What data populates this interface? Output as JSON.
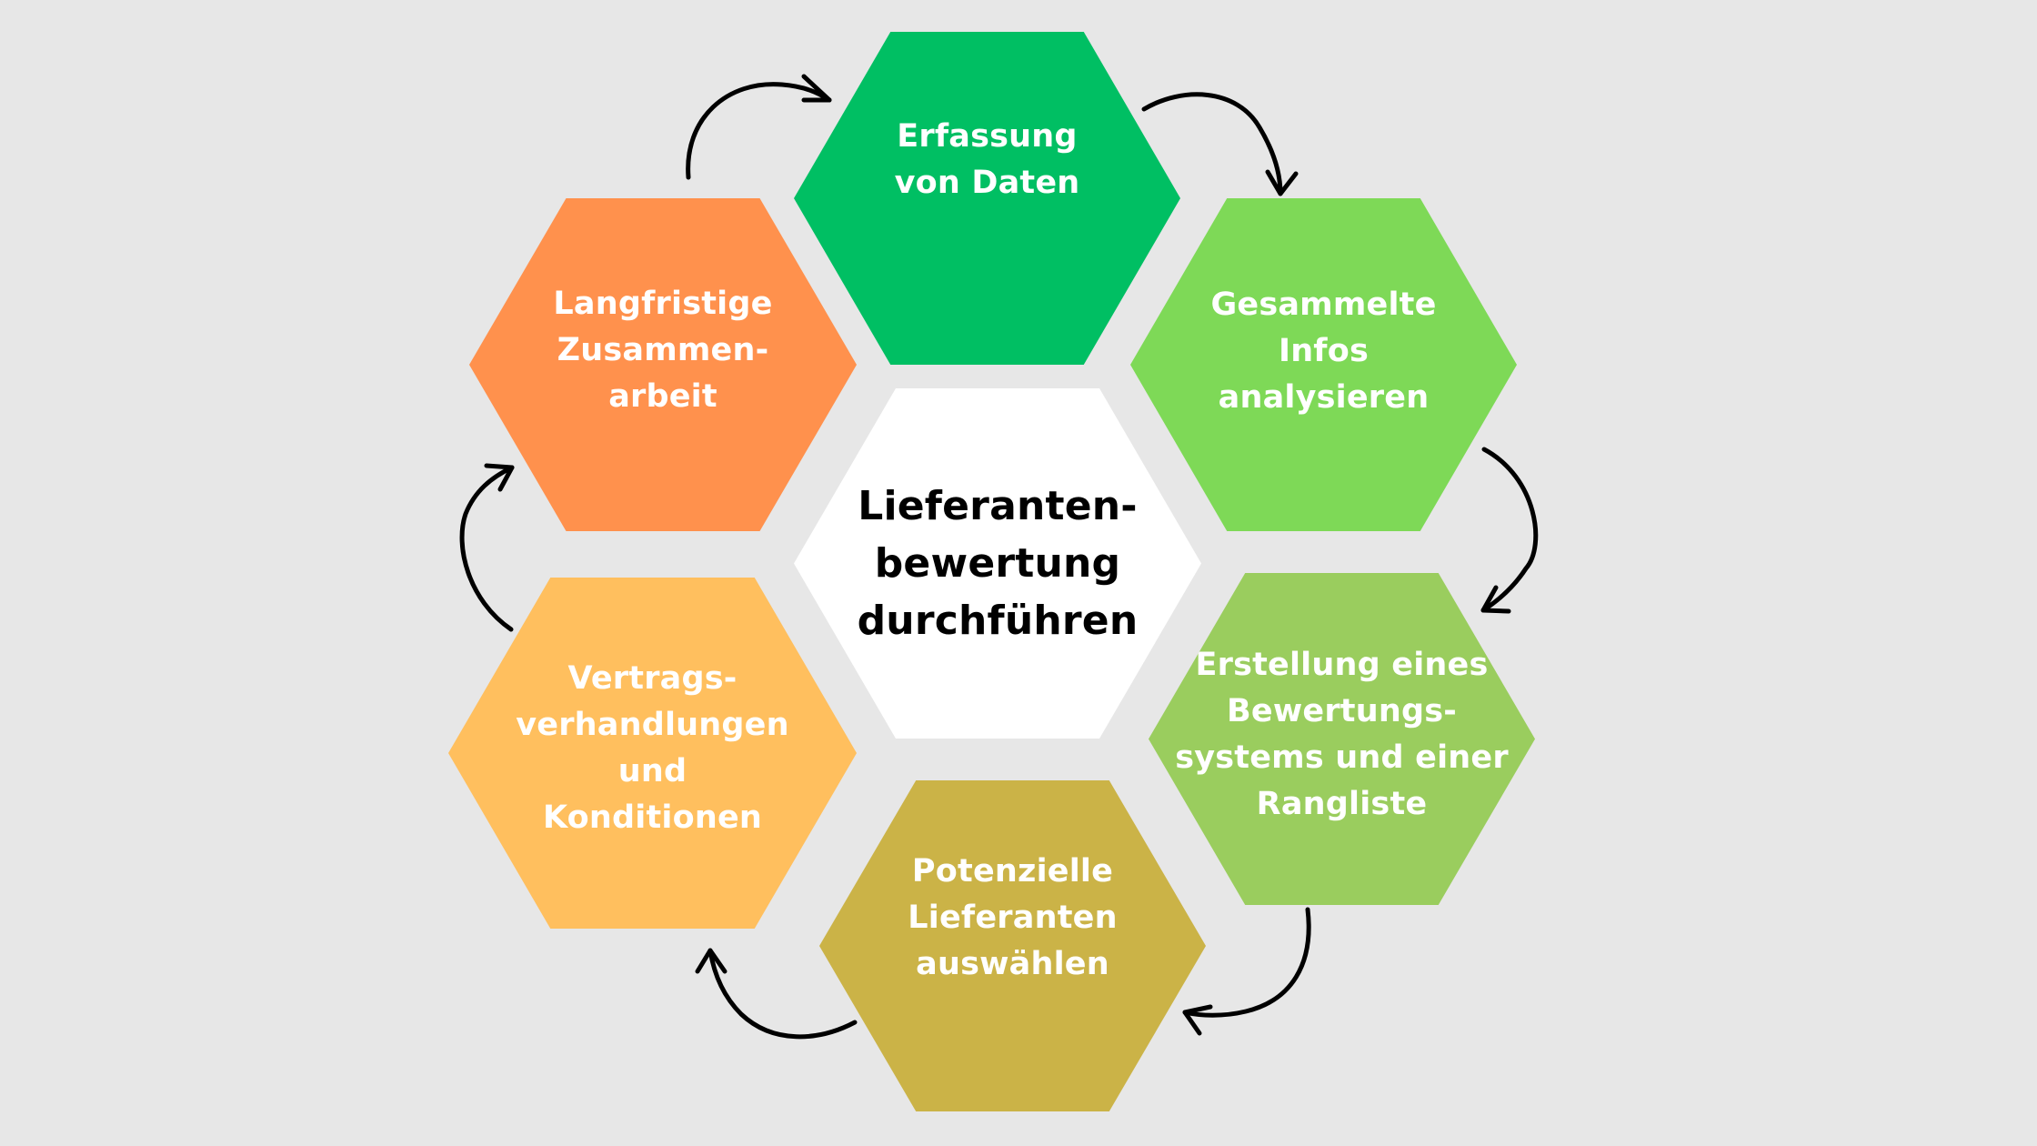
{
  "diagram": {
    "background": "#e7e7e7",
    "center": {
      "label": "Lieferanten-\nbewertung\ndurchführen",
      "color": "#ffffff",
      "text_color": "#000000"
    },
    "steps": [
      {
        "label": "Erfassung\nvon Daten",
        "color": "#00bf63"
      },
      {
        "label": "Gesammelte\nInfos\nanalysieren",
        "color": "#7ed957"
      },
      {
        "label": "Erstellung eines\nBewertungs-\nsystems und einer\nRangliste",
        "color": "#9acd5e"
      },
      {
        "label": "Potenzielle\nLieferanten\nauswählen",
        "color": "#cbb347"
      },
      {
        "label": "Vertrags-\nverhandlungen\nund\nKonditionen",
        "color": "#ffbf5e"
      },
      {
        "label": "Langfristige\nZusammen-\narbeit",
        "color": "#ff914d"
      }
    ],
    "arrows": [
      {
        "from": "Langfristige Zusammenarbeit",
        "to": "Erfassung von Daten",
        "icon": "curved-arrow-icon"
      },
      {
        "from": "Erfassung von Daten",
        "to": "Gesammelte Infos analysieren",
        "icon": "curved-arrow-icon"
      },
      {
        "from": "Gesammelte Infos analysieren",
        "to": "Erstellung eines Bewertungssystems und einer Rangliste",
        "icon": "curved-arrow-icon"
      },
      {
        "from": "Erstellung eines Bewertungssystems und einer Rangliste",
        "to": "Potenzielle Lieferanten auswählen",
        "icon": "curved-arrow-icon"
      },
      {
        "from": "Potenzielle Lieferanten auswählen",
        "to": "Vertragsverhandlungen und Konditionen",
        "icon": "curved-arrow-icon"
      },
      {
        "from": "Vertragsverhandlungen und Konditionen",
        "to": "Langfristige Zusammenarbeit",
        "icon": "curved-arrow-icon"
      }
    ]
  }
}
